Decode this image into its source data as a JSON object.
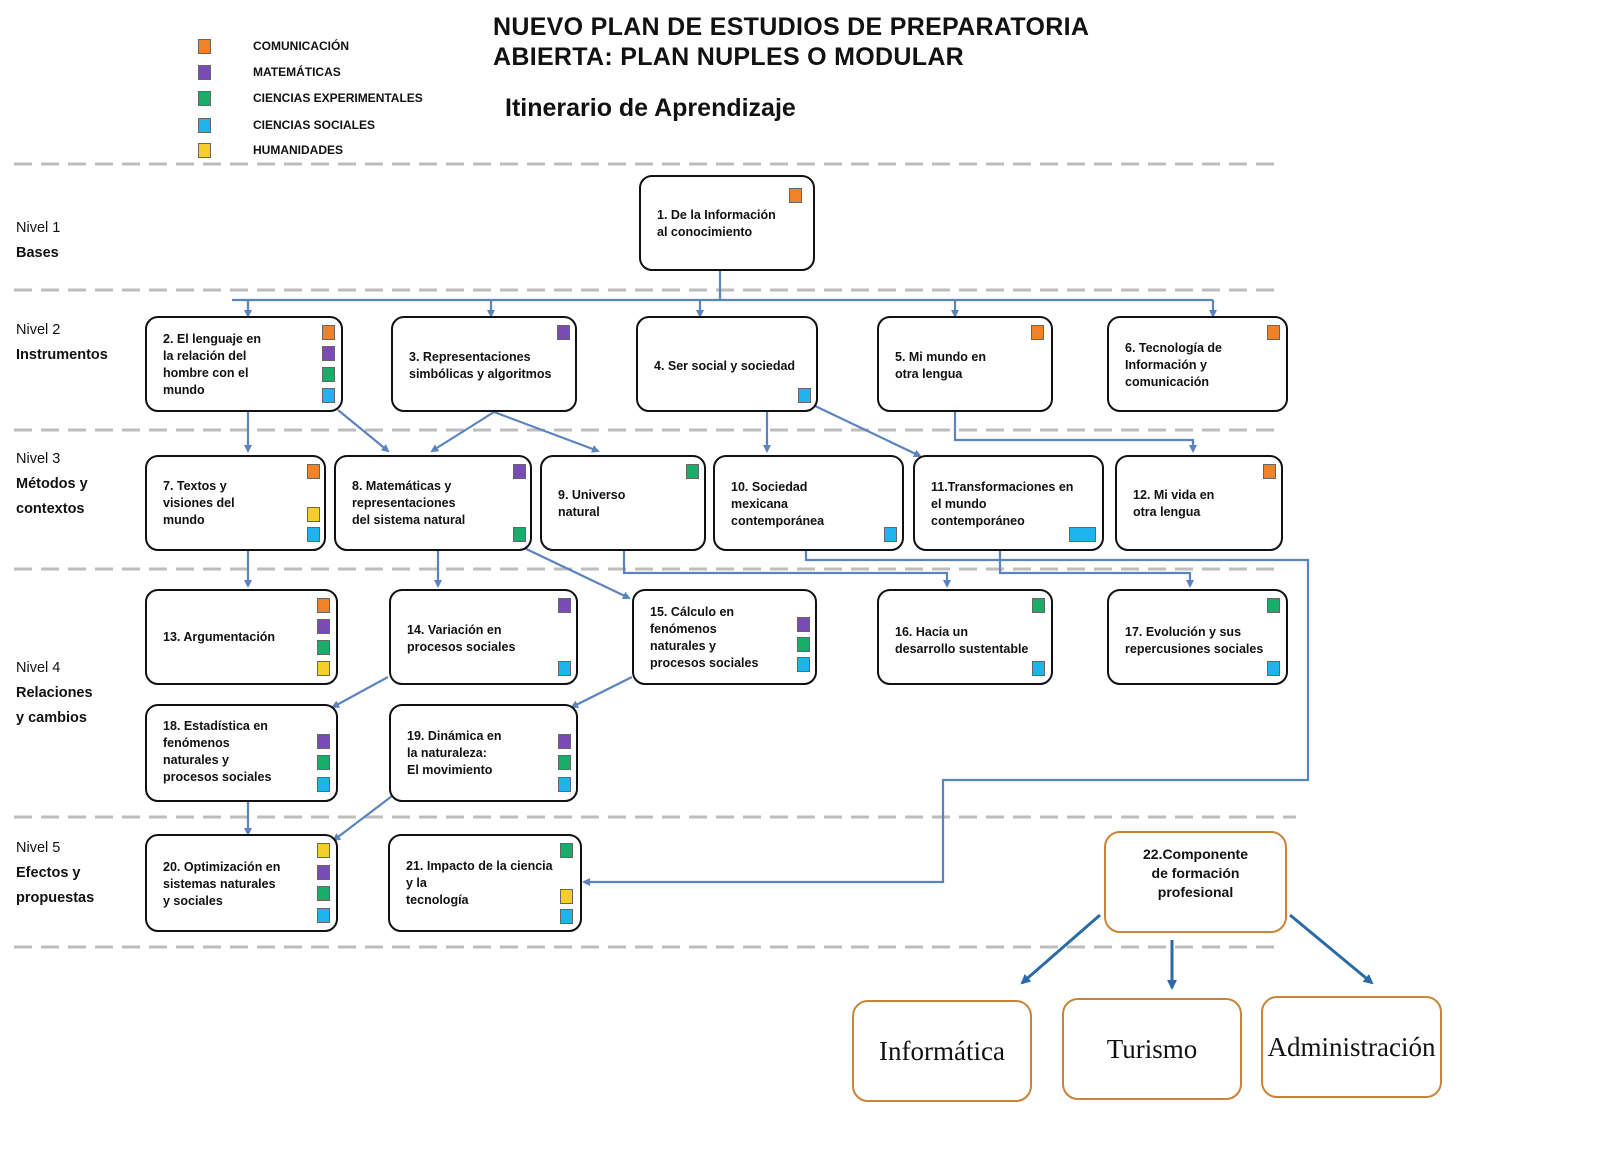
{
  "title": {
    "line1": "NUEVO PLAN DE ESTUDIOS DE PREPARATORIA",
    "line2": "ABIERTA:  PLAN NUPLES O MODULAR",
    "subtitle": "Itinerario de Aprendizaje"
  },
  "legend": [
    {
      "label": "COMUNICACIÓN",
      "color": "#f0822a"
    },
    {
      "label": "MATEMÁTICAS",
      "color": "#7a4bb6"
    },
    {
      "label": "CIENCIAS EXPERIMENTALES",
      "color": "#1aad6a"
    },
    {
      "label": "CIENCIAS SOCIALES",
      "color": "#1fb4ec"
    },
    {
      "label": "HUMANIDADES",
      "color": "#f7cd2c"
    }
  ],
  "levels": [
    {
      "number": "Nivel 1",
      "name_lines": [
        "Bases"
      ]
    },
    {
      "number": "Nivel 2",
      "name_lines": [
        "Instrumentos"
      ]
    },
    {
      "number": "Nivel 3",
      "name_lines": [
        "Métodos y",
        "contextos"
      ]
    },
    {
      "number": "Nivel 4",
      "name_lines": [
        "Relaciones",
        "y cambios"
      ]
    },
    {
      "number": "Nivel 5",
      "name_lines": [
        "Efectos y",
        "propuestas"
      ]
    }
  ],
  "modules": {
    "m1": {
      "text": "1. De la Información\nal conocimiento",
      "areas": [
        "comunicacion"
      ]
    },
    "m2": {
      "text": "2. El lenguaje en\nla relación del\nhombre con el\nmundo",
      "areas": [
        "comunicacion",
        "matematicas",
        "ciencias_experimentales",
        "ciencias_sociales"
      ]
    },
    "m3": {
      "text": "3. Representaciones\nsimbólicas y algoritmos",
      "areas": [
        "matematicas"
      ]
    },
    "m4": {
      "text": "4. Ser social y sociedad",
      "areas": [
        "ciencias_sociales"
      ]
    },
    "m5": {
      "text": "5. Mi mundo en\notra lengua",
      "areas": [
        "comunicacion"
      ]
    },
    "m6": {
      "text": "6. Tecnología de\nInformación y\ncomunicación",
      "areas": [
        "comunicacion"
      ]
    },
    "m7": {
      "text": "7. Textos y\nvisiones del\nmundo",
      "areas": [
        "comunicacion",
        "humanidades",
        "ciencias_sociales"
      ]
    },
    "m8": {
      "text": "8. Matemáticas y\nrepresentaciones\ndel sistema natural",
      "areas": [
        "matematicas",
        "ciencias_experimentales"
      ]
    },
    "m9": {
      "text": "9. Universo\nnatural",
      "areas": [
        "ciencias_experimentales"
      ]
    },
    "m10": {
      "text": "10. Sociedad\nmexicana\ncontemporánea",
      "areas": [
        "ciencias_sociales"
      ]
    },
    "m11": {
      "text": "11.Transformaciones en\nel mundo\ncontemporáneo",
      "areas": [
        "ciencias_sociales"
      ]
    },
    "m12": {
      "text": "12. Mi vida en\notra lengua",
      "areas": [
        "comunicacion"
      ]
    },
    "m13": {
      "text": "13. Argumentación",
      "areas": [
        "comunicacion",
        "matematicas",
        "ciencias_experimentales",
        "humanidades"
      ]
    },
    "m14": {
      "text": "14. Variación en\nprocesos sociales",
      "areas": [
        "matematicas",
        "ciencias_sociales"
      ]
    },
    "m15": {
      "text": "15. Cálculo en\nfenómenos\nnaturales y\nprocesos sociales",
      "areas": [
        "matematicas",
        "ciencias_experimentales",
        "ciencias_sociales"
      ]
    },
    "m16": {
      "text": "16. Hacia un\ndesarrollo sustentable",
      "areas": [
        "ciencias_experimentales",
        "ciencias_sociales"
      ]
    },
    "m17": {
      "text": "17. Evolución y sus\nrepercusiones sociales",
      "areas": [
        "ciencias_experimentales",
        "ciencias_sociales"
      ]
    },
    "m18": {
      "text": "18. Estadística en\nfenómenos\nnaturales y\nprocesos sociales",
      "areas": [
        "matematicas",
        "ciencias_experimentales",
        "ciencias_sociales"
      ]
    },
    "m19": {
      "text": "19. Dinámica en\nla naturaleza:\nEl movimiento",
      "areas": [
        "matematicas",
        "ciencias_experimentales",
        "ciencias_sociales"
      ]
    },
    "m20": {
      "text": "20. Optimización en\nsistemas naturales\ny sociales",
      "areas": [
        "humanidades",
        "matematicas",
        "ciencias_experimentales",
        "ciencias_sociales"
      ]
    },
    "m21": {
      "text": "21. Impacto de la ciencia\ny la\ntecnología",
      "areas": [
        "ciencias_experimentales",
        "humanidades",
        "ciencias_sociales"
      ]
    },
    "m22": {
      "text": "22.Componente\nde formación\nprofesional"
    }
  },
  "careers": {
    "informatica": "Informática",
    "turismo": "Turismo",
    "administracion": "Administración"
  },
  "colors": {
    "comunicacion": "#f0822a",
    "matematicas": "#7a4bb6",
    "ciencias_experimentales": "#1aad6a",
    "ciencias_sociales": "#1fb4ec",
    "humanidades": "#f7cd2c",
    "connector": "#5b83bd",
    "professional_connector": "#2a6aa6",
    "professional_border": "#c9833a",
    "divider": "#bdbdbd"
  }
}
